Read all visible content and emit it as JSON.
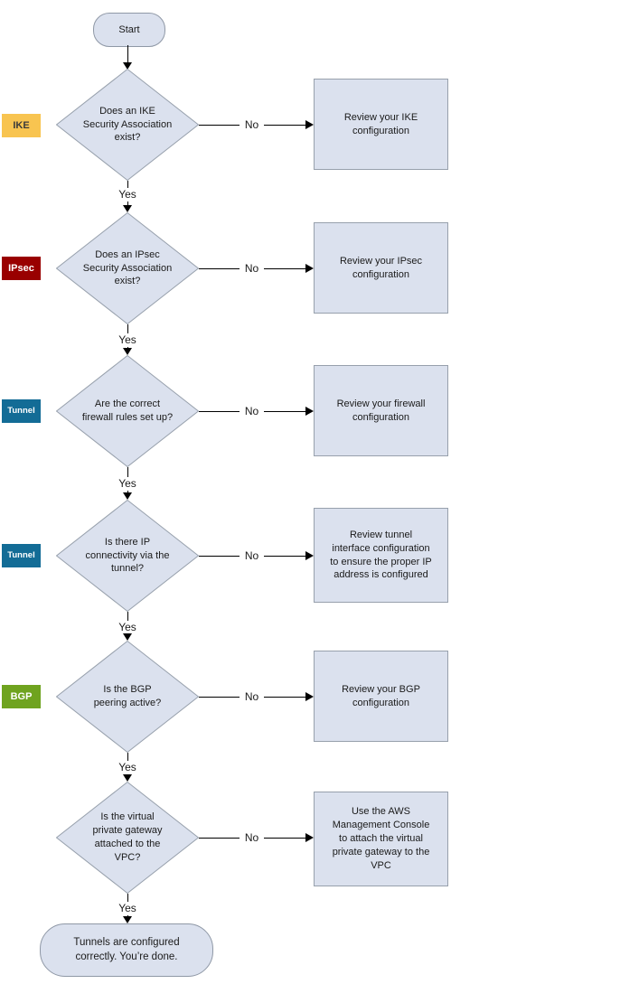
{
  "diagram": {
    "title_semantic": "AWS VPN tunnel troubleshooting flowchart",
    "start_label": "Start",
    "end_label": "Tunnels are configured\ncorrectly. You’re done.",
    "yes_label": "Yes",
    "no_label": "No",
    "colors": {
      "node_fill": "#dbe1ee",
      "node_border": "#97a0ac",
      "line": "#000000",
      "tag_ike_bg": "#f8c450",
      "tag_ike_fg": "#3b3b3b",
      "tag_ipsec_bg": "#990000",
      "tag_tunnel_bg": "#136c96",
      "tag_bgp_bg": "#6fa31f",
      "tag_light_fg": "#ffffff"
    },
    "rows": [
      {
        "tag": "IKE",
        "question": "Does an IKE\nSecurity Association\nexist?",
        "action": "Review your IKE\nconfiguration"
      },
      {
        "tag": "IPsec",
        "question": "Does an IPsec\nSecurity Association\nexist?",
        "action": "Review your IPsec\nconfiguration"
      },
      {
        "tag": "Tunnel",
        "question": "Are the correct\nfirewall rules set up?",
        "action": "Review your firewall\nconfiguration"
      },
      {
        "tag": "Tunnel",
        "question": "Is there IP\nconnectivity via the\ntunnel?",
        "action": "Review tunnel\ninterface configuration\nto ensure the proper IP\naddress is configured"
      },
      {
        "tag": "BGP",
        "question": "Is the BGP\npeering active?",
        "action": "Review your BGP\nconfiguration"
      },
      {
        "tag": "",
        "question": "Is the virtual\nprivate gateway\nattached to the\nVPC?",
        "action": "Use the AWS\nManagement Console\nto attach the virtual\nprivate gateway to the\nVPC"
      }
    ]
  }
}
